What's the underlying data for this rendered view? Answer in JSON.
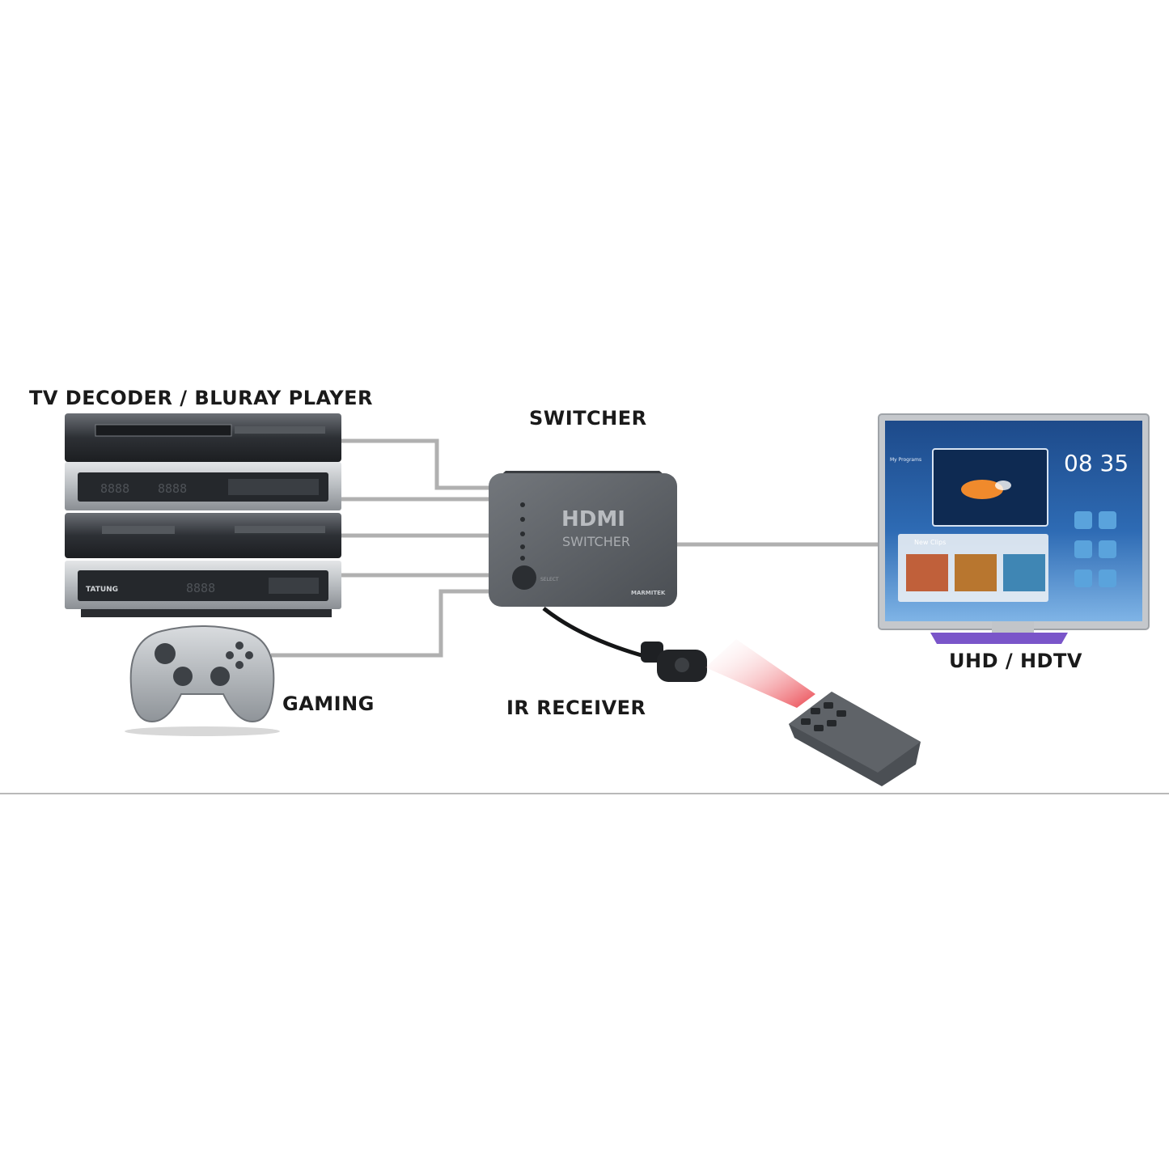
{
  "labels": {
    "sources": "TV DECODER / BLURAY PLAYER",
    "switcher": "SWITCHER",
    "gaming": "GAMING",
    "ir_receiver": "IR RECEIVER",
    "tv": "UHD / HDTV"
  },
  "switcher_device": {
    "logo": "HDMI",
    "name": "SWITCHER",
    "select": "SELECT",
    "brand": "MARMITEK"
  },
  "devices": {
    "tatung_brand": "TATUNG",
    "display_digits": "8888"
  },
  "tv_screen": {
    "clock": "08 35",
    "panel_title": "New Clips",
    "program_label": "My Programs"
  },
  "colors": {
    "cable": "#b0b0b0",
    "device_dark": "#3a3d42",
    "switcher_body": "#5d6166",
    "tv_screen": "#1f4f8f",
    "ir_beam": "#e8323c"
  }
}
